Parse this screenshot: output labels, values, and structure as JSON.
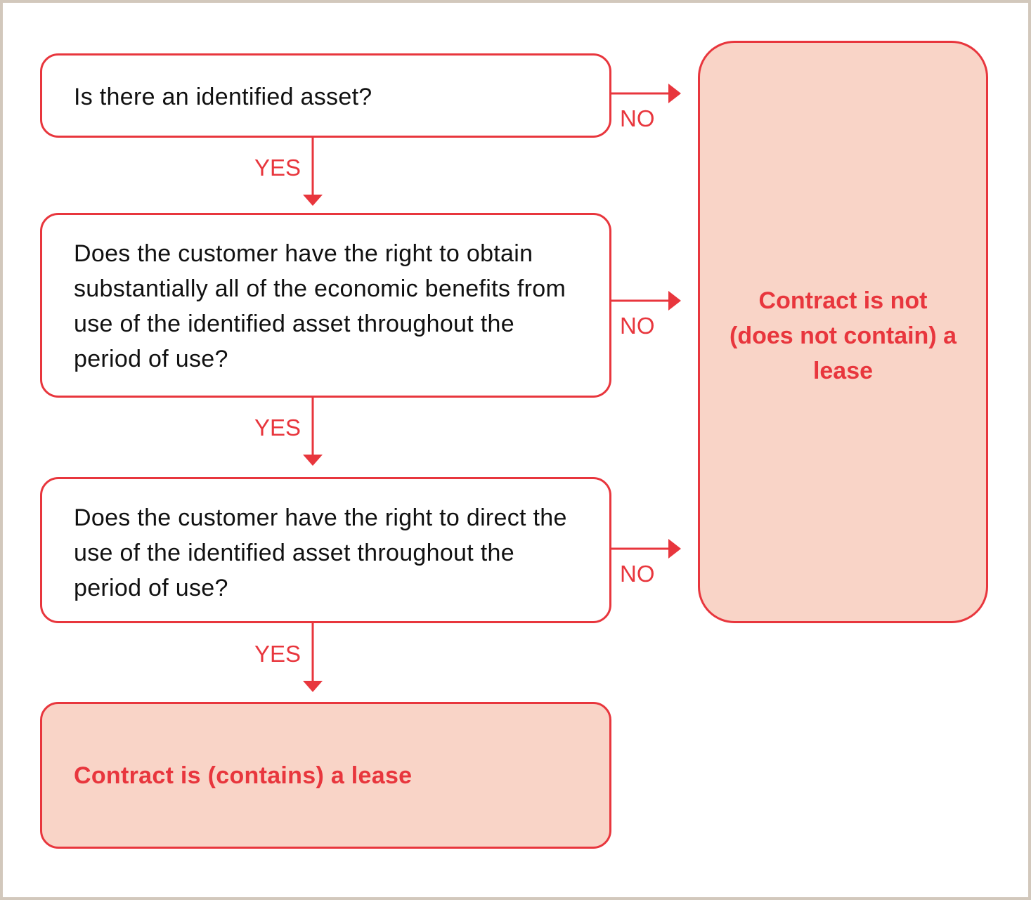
{
  "questions": [
    {
      "text": "Is there an identified asset?"
    },
    {
      "text": "Does the customer have the right to obtain substantially all of the economic benefits from use of the identified asset throughout the period of use?"
    },
    {
      "text": "Does the customer have the right to direct the use of the identified asset throughout the period of use?"
    }
  ],
  "outcomes": {
    "not_lease": "Contract is not (does not contain) a lease",
    "is_lease": "Contract is (contains) a lease"
  },
  "labels": {
    "yes": "YES",
    "no": "NO"
  },
  "colors": {
    "accent": "#e8363d",
    "result_fill": "#f9d4c7",
    "frame": "#d2c8bc"
  }
}
